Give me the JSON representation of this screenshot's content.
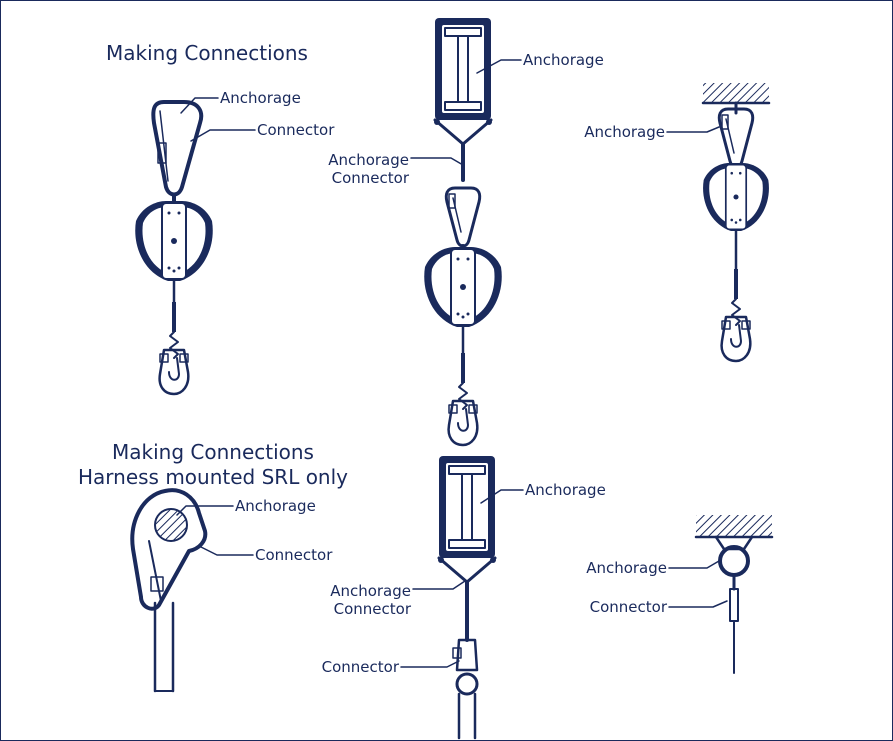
{
  "section1": {
    "title": "Making Connections",
    "left_labels": [
      "Anchorage",
      "Connector"
    ],
    "middle_labels": [
      "Anchorage",
      "Anchorage",
      "Connector"
    ],
    "right_labels": [
      "Anchorage"
    ]
  },
  "section2": {
    "title_line1": "Making Connections",
    "title_line2": "Harness mounted SRL only",
    "left_labels": [
      "Anchorage",
      "Connector"
    ],
    "middle_labels": [
      "Anchorage",
      "Anchorage",
      "Connector",
      "Connector"
    ],
    "right_labels": [
      "Anchorage",
      "Connector"
    ]
  },
  "colors": {
    "ink": "#1a2a5c",
    "background": "#ffffff"
  }
}
